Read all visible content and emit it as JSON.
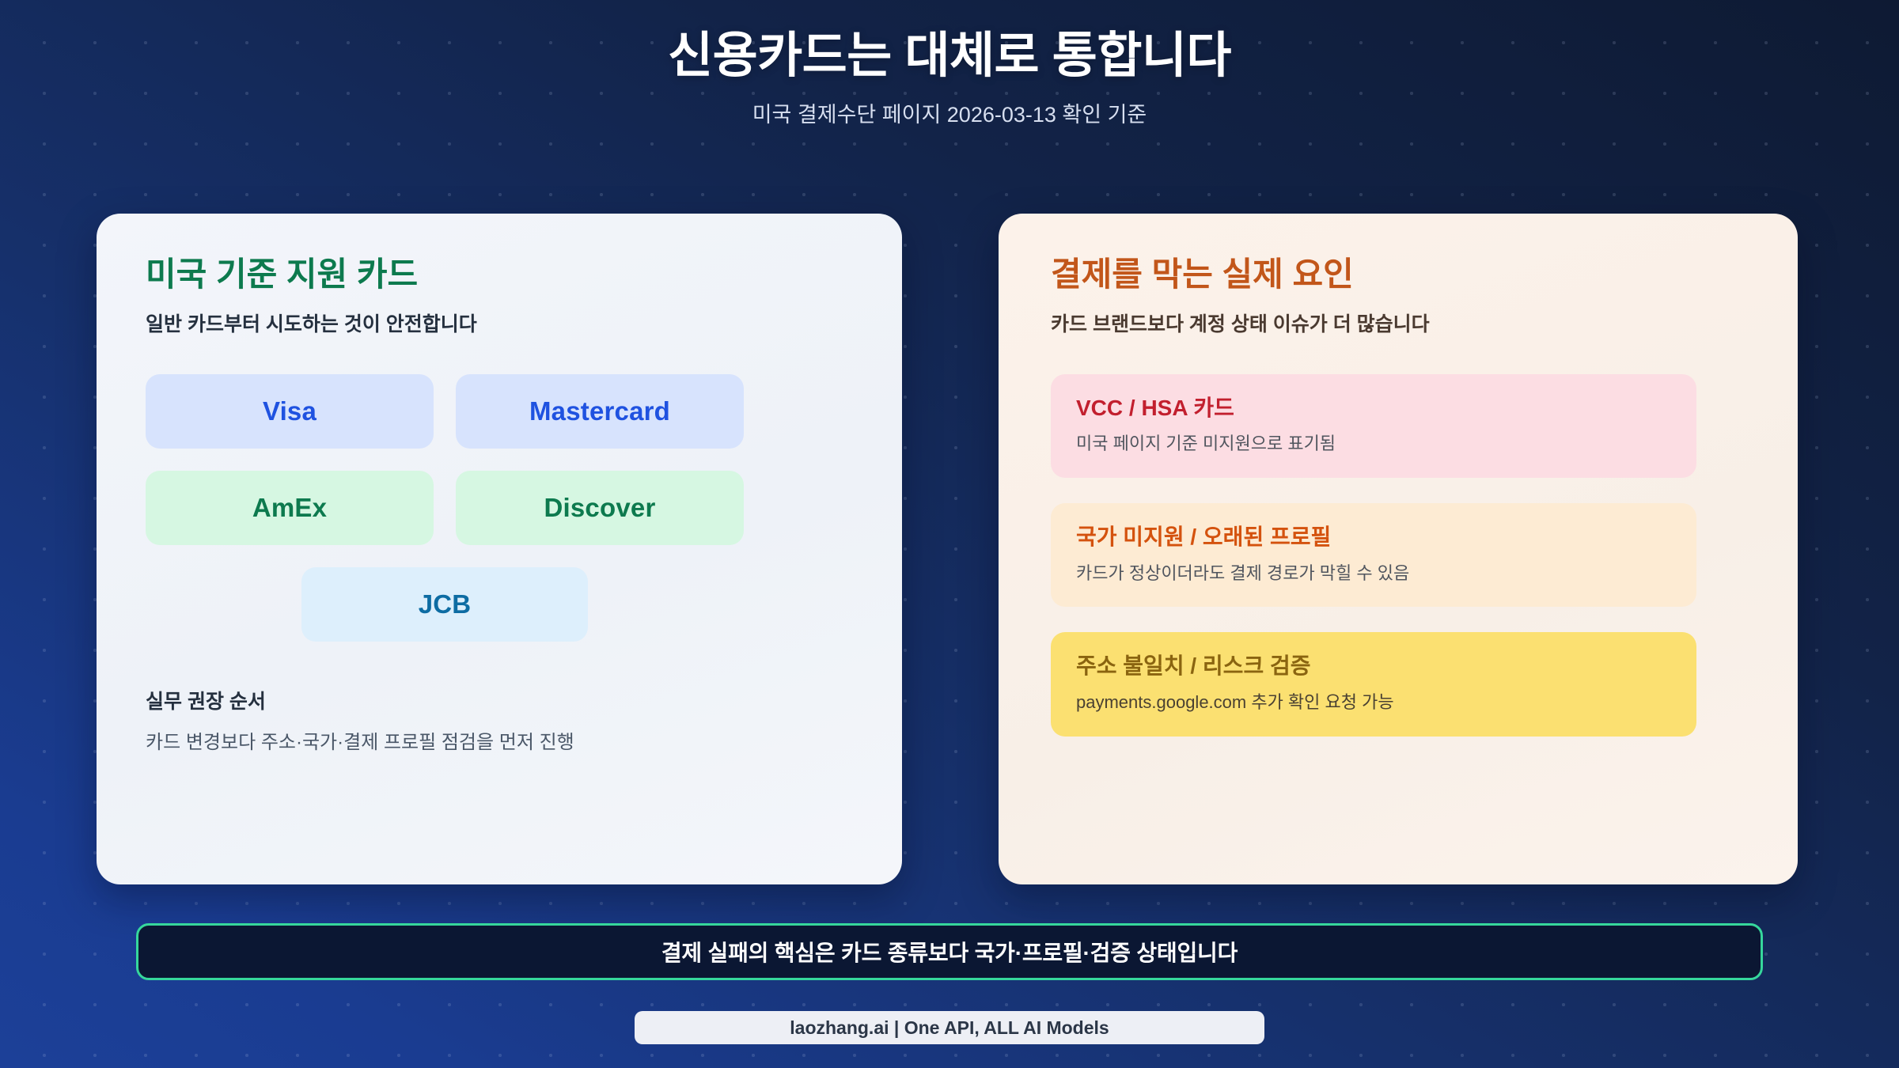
{
  "header": {
    "title": "신용카드는 대체로 통합니다",
    "subtitle": "미국 결제수단 페이지 2026-03-13 확인 기준"
  },
  "left_card": {
    "title": "미국 기준 지원 카드",
    "subtitle": "일반 카드부터 시도하는 것이 안전합니다",
    "chips": [
      {
        "label": "Visa",
        "style": "blue"
      },
      {
        "label": "Mastercard",
        "style": "blue"
      },
      {
        "label": "AmEx",
        "style": "green"
      },
      {
        "label": "Discover",
        "style": "green"
      },
      {
        "label": "JCB",
        "style": "cyan"
      }
    ],
    "note_title": "실무 권장 순서",
    "note_body": "카드 변경보다 주소·국가·결제 프로필 점검을 먼저 진행"
  },
  "right_card": {
    "title": "결제를 막는 실제 요인",
    "subtitle": "카드 브랜드보다 계정 상태 이슈가 더 많습니다",
    "alerts": [
      {
        "title": "VCC / HSA 카드",
        "body": "미국 페이지 기준 미지원으로 표기됨",
        "style": "red"
      },
      {
        "title": "국가 미지원 / 오래된 프로필",
        "body": "카드가 정상이더라도 결제 경로가 막힐 수 있음",
        "style": "orange"
      },
      {
        "title": "주소 불일치 / 리스크 검증",
        "body": "payments.google.com 추가 확인 요청 가능",
        "style": "yellow"
      }
    ]
  },
  "banner": {
    "text": "결제 실패의 핵심은 카드 종류보다 국가·프로필·검증 상태입니다"
  },
  "footer": {
    "text": "laozhang.ai | One API, ALL AI Models"
  },
  "colors": {
    "accent_green": "#36d79c",
    "left_title": "#0d7a4e",
    "right_title": "#c2561a",
    "chip_blue_bg": "#d7e3fd",
    "chip_blue_fg": "#1f52e0",
    "chip_green_bg": "#d6f7e2",
    "chip_green_fg": "#0d7a4e",
    "chip_cyan_bg": "#ddeffc",
    "chip_cyan_fg": "#0d6ca3",
    "alert_red_bg": "#fcdde3",
    "alert_red_fg": "#c21f2e",
    "alert_orange_bg": "#fdebd3",
    "alert_orange_fg": "#d4520e",
    "alert_yellow_bg": "#fbe071",
    "alert_yellow_fg": "#8a6410"
  }
}
